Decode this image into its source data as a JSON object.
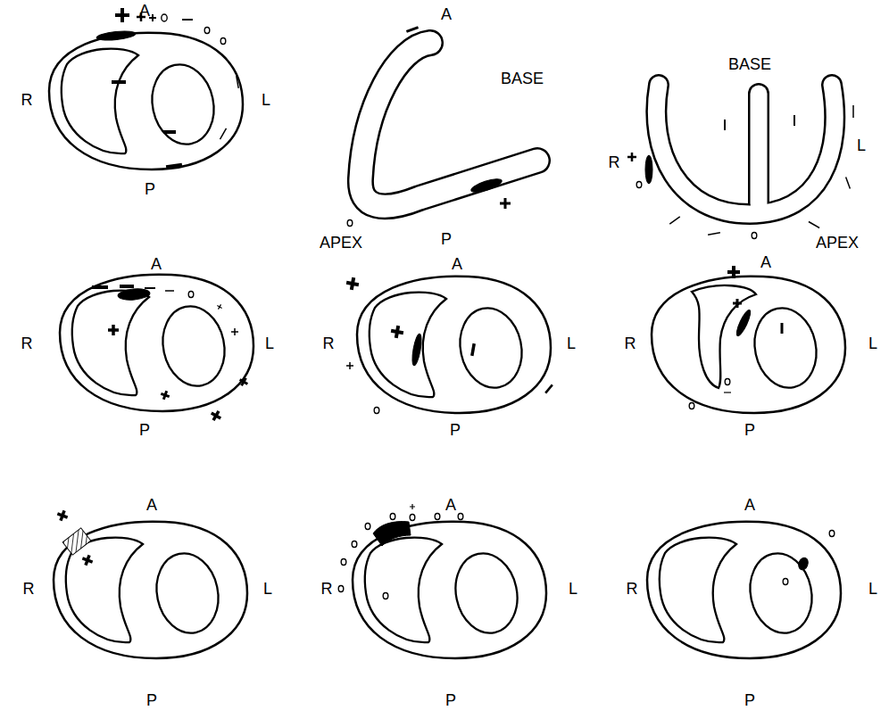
{
  "diagram": {
    "labels": [
      "A",
      "R",
      "L",
      "P",
      "A",
      "BASE",
      "APEX",
      "P",
      "BASE",
      "R",
      "L",
      "APEX",
      "A",
      "R",
      "L",
      "P",
      "A",
      "R",
      "L",
      "P",
      "A",
      "R",
      "L",
      "P",
      "A",
      "R",
      "L",
      "P",
      "A",
      "R",
      "L",
      "P",
      "A",
      "R",
      "L",
      "P"
    ]
  }
}
